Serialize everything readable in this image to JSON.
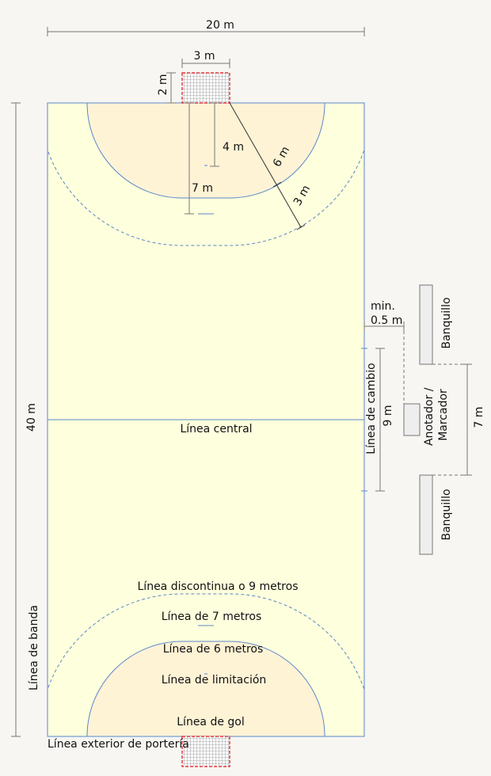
{
  "colors": {
    "background": "#f7f6f2",
    "court": "#feffdd",
    "area": "#fff3d6",
    "line": "#5b87c9",
    "dim": "#777777",
    "goal_border": "#e0101a",
    "bench_fill": "#eeeeee"
  },
  "dimensions": {
    "width": "20 m",
    "goal_width": "3 m",
    "goal_depth": "2 m",
    "four_m": "4 m",
    "seven_m": "7 m",
    "six_m": "6 m",
    "three_m": "3 m",
    "length": "40 m",
    "bench_min_line1": "min.",
    "bench_min_line2": "0.5 m",
    "nine_m": "9 m",
    "bench_gap": "7 m"
  },
  "labels": {
    "center_line": "Línea central",
    "substitution_line": "Línea de cambio",
    "bench": "Banquillo",
    "scorer": "Anotador / Marcador",
    "dashed_line": "Línea discontinua o 9 metros",
    "seven_m_line": "Línea de 7 metros",
    "six_m_line": "Línea de 6 metros",
    "limit_line": "Línea de limitación",
    "goal_line": "Línea de gol",
    "side_line": "Línea de banda",
    "outer_goal_line": "Línea exterior de portería"
  },
  "icons": [
    "goal-net-icon",
    "bench-icon",
    "scorer-table-icon"
  ]
}
